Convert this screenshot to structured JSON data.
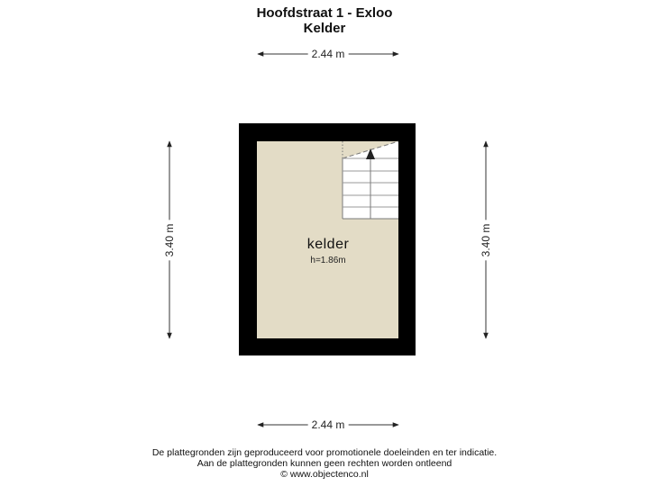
{
  "header": {
    "title": "Hoofdstraat 1 - Exloo",
    "subtitle": "Kelder"
  },
  "dimensions": {
    "top": "2.44 m",
    "bottom": "2.44 m",
    "left": "3.40 m",
    "right": "3.40 m"
  },
  "room": {
    "name": "kelder",
    "height": "h=1.86m"
  },
  "colors": {
    "wall": "#000000",
    "floor": "#e3dcc6",
    "stair": "#ffffff",
    "stair_lines": "#8a8a8a",
    "dimension_lines": "#333333"
  },
  "footer": {
    "line1": "De plattegronden zijn geproduceerd voor promotionele doeleinden en ter indicatie.",
    "line2": "Aan de plattegronden kunnen geen rechten worden ontleend",
    "line3": "© www.objectenco.nl"
  }
}
